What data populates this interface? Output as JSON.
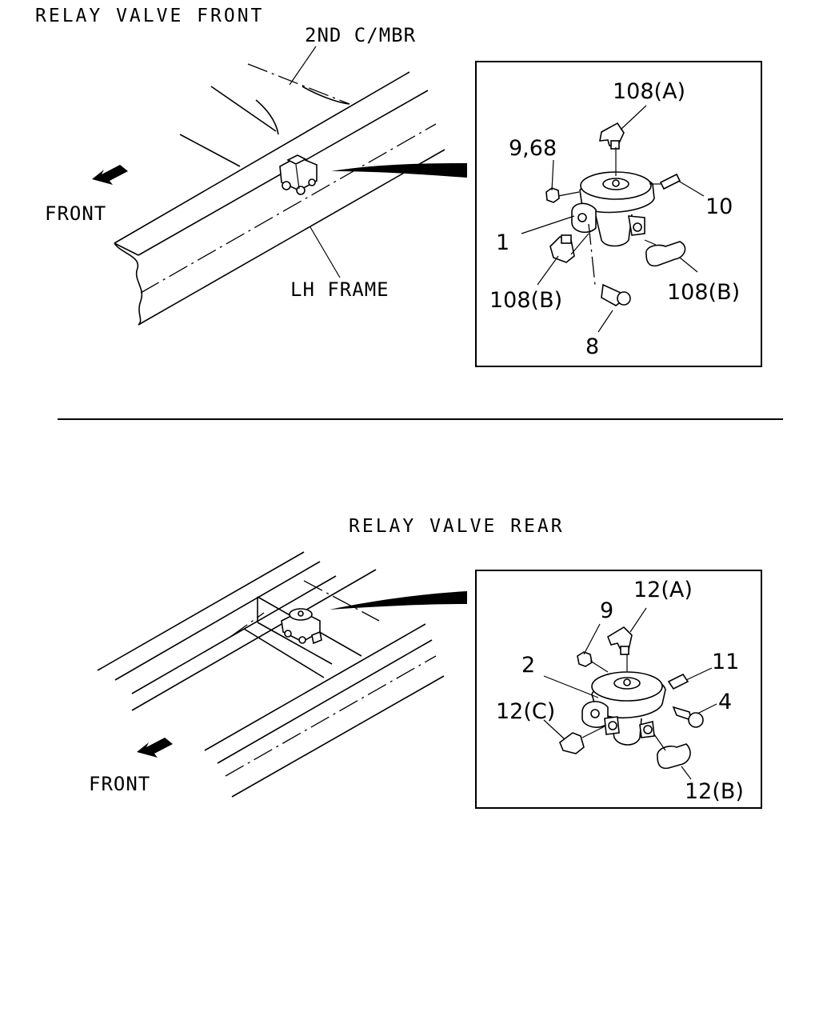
{
  "front_section": {
    "title": "RELAY VALVE FRONT",
    "cross_member_label": "2ND C/MBR",
    "frame_label": "LH FRAME",
    "direction_label": "FRONT",
    "callouts": {
      "fitting_a": "108(A)",
      "nut": "9,68",
      "connector": "10",
      "valve": "1",
      "fitting_b_left": "108(B)",
      "fitting_b_right": "108(B)",
      "bolt": "8"
    }
  },
  "rear_section": {
    "title": "RELAY VALVE REAR",
    "direction_label": "FRONT",
    "callouts": {
      "fitting_a": "12(A)",
      "nut": "9",
      "valve": "2",
      "connector": "11",
      "bolt": "4",
      "fitting_c": "12(C)",
      "fitting_b": "12(B)"
    }
  },
  "icons": [
    "front-arrow-icon"
  ]
}
